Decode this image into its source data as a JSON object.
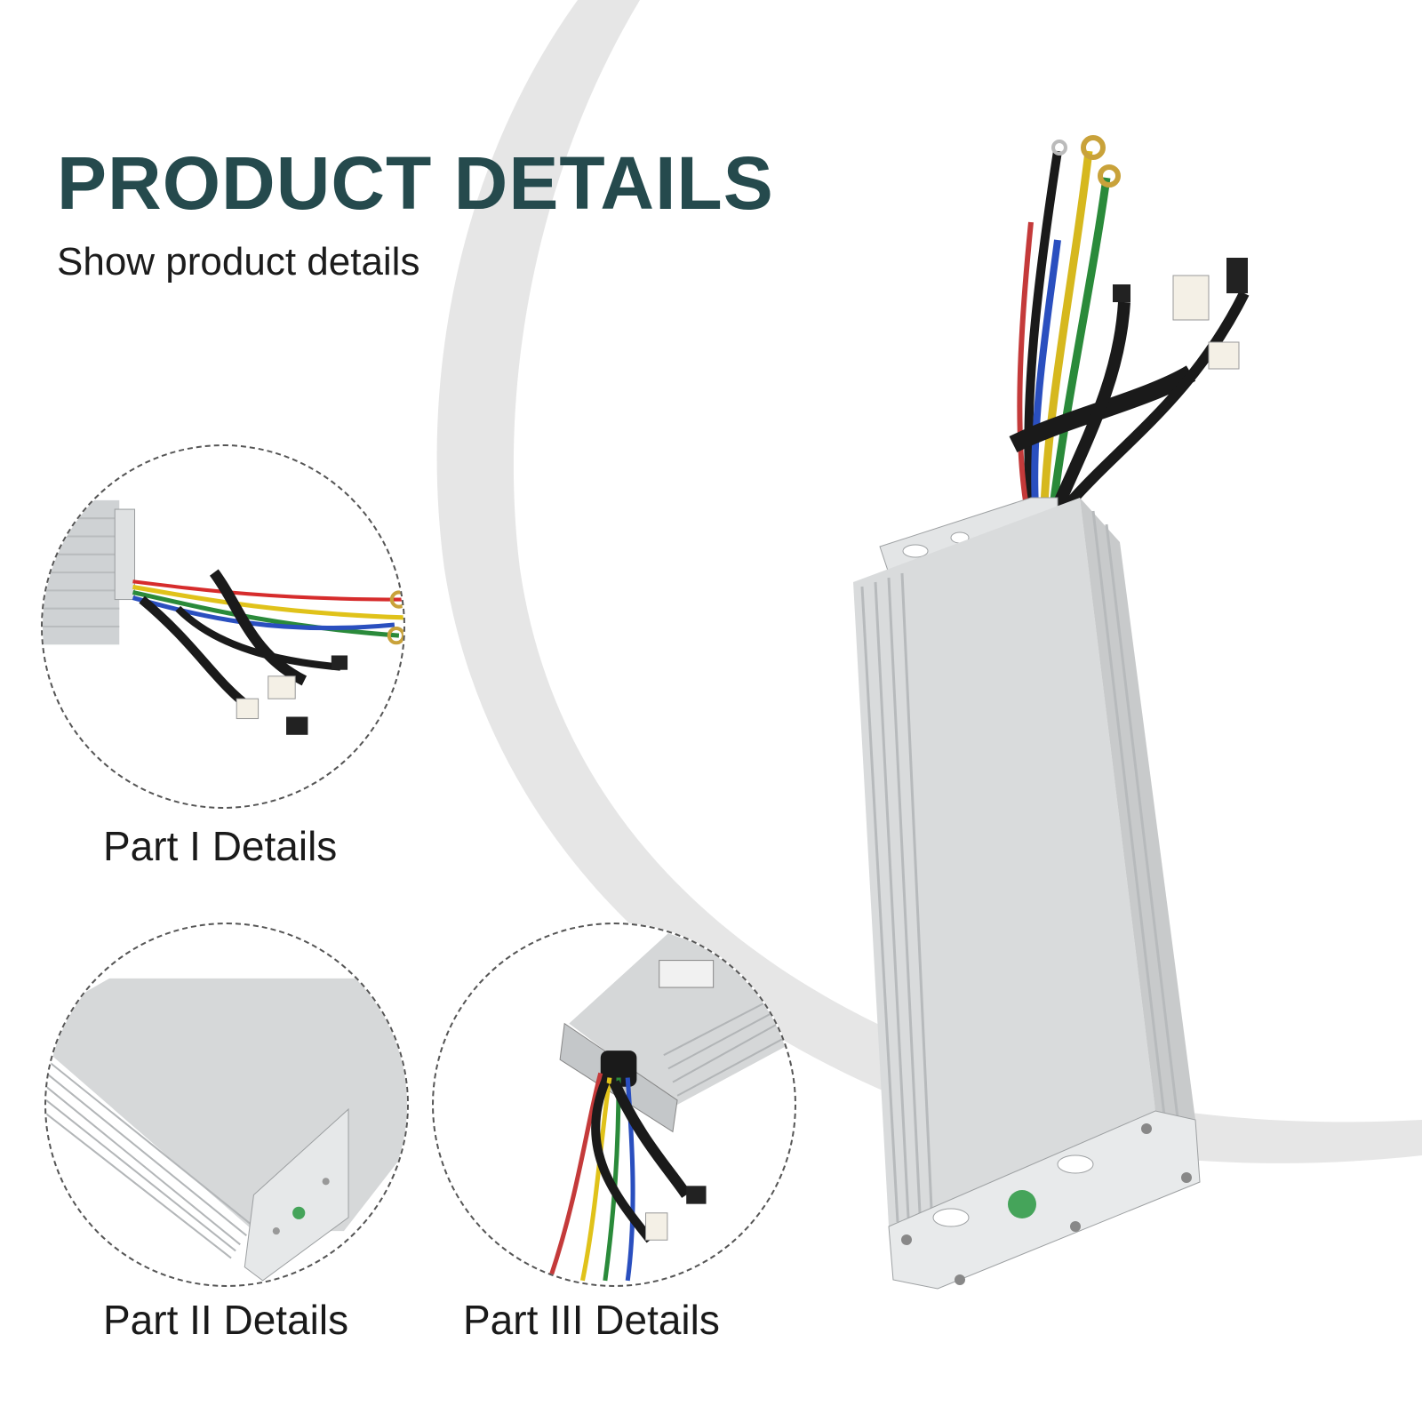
{
  "header": {
    "title": "PRODUCT DETAILS",
    "subtitle": "Show product details"
  },
  "details": [
    {
      "caption": "Part I Details"
    },
    {
      "caption": "Part II Details"
    },
    {
      "caption": "Part III Details"
    }
  ],
  "colors": {
    "title": "#254a4d",
    "swoosh": "#e4e4e4",
    "aluminum": "#d8dadb"
  }
}
